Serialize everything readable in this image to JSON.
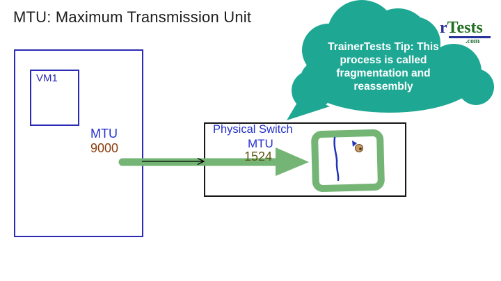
{
  "slide": {
    "title": "MTU: Maximum Transmission Unit"
  },
  "host": {
    "vm_label": "VM1",
    "mtu_label": "MTU",
    "mtu_value": "9000"
  },
  "physical_switch": {
    "label": "Physical Switch",
    "mtu_label": "MTU",
    "mtu_value": "1524"
  },
  "tip_cloud": {
    "lines": [
      "TrainerTests Tip: This",
      "process is called",
      "fragmentation and",
      "reassembly"
    ]
  },
  "logo": {
    "partial_prefix": "r",
    "name": "Tests",
    "tld": ".com"
  },
  "icons": {
    "pen_cursor": "pen-cursor-icon",
    "cloud": "tip-cloud-shape",
    "green_arrow": "jumbo-frame-arrow",
    "black_arrow": "flow-arrow"
  },
  "colors": {
    "diagram_blue": "#2b2bb6",
    "text_blue": "#2330cc",
    "value_brown": "#8b3e0e",
    "value_olive": "#5c5a14",
    "marker_green": "#74b474",
    "cloud_teal": "#1ea894",
    "logo_green": "#1e6f1e",
    "logo_blue": "#28309a",
    "background": "#ffffff"
  }
}
